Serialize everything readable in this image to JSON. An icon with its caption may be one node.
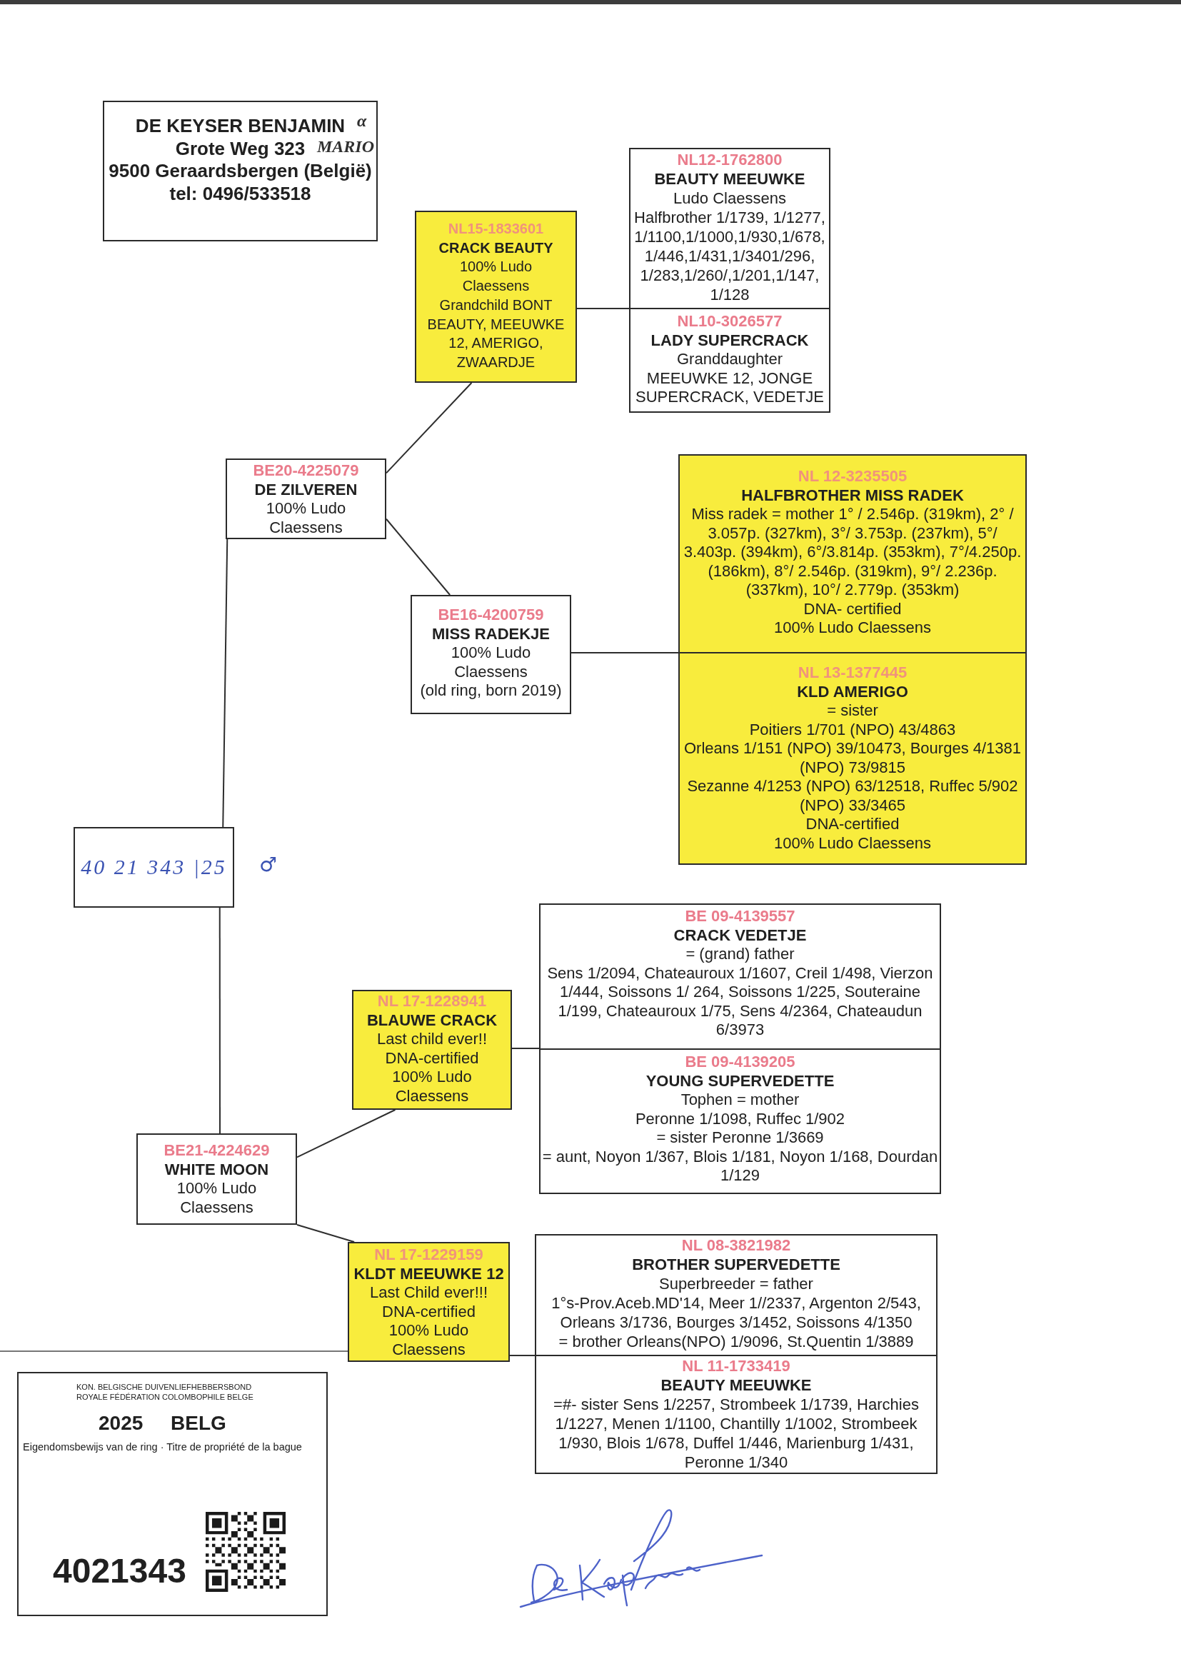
{
  "diagram": {
    "nodes": [
      {
        "text": [
          "DE KEYSER BENJAMIN",
          "α",
          "Grote Weg 323",
          "MARIO",
          "9500 Geraardsbergen (België)",
          "tel: 0496/533518"
        ]
      },
      {
        "text": [
          "NL12-1762800",
          "BEAUTY MEEUWKE",
          "Ludo Claessens",
          "Halfbrother 1/1739, 1/1277, 1/1100,1/1000,1/930,1/678, 1/446,1/431,1/3401/296, 1/283,1/260/,1/201,1/147, 1/128"
        ]
      },
      {
        "text": [
          "NL15-1833601",
          "CRACK BEAUTY",
          "100% Ludo Claessens",
          "Grandchild BONT BEAUTY, MEEUWKE 12, AMERIGO, ZWAARDJE"
        ]
      },
      {
        "text": [
          "NL10-3026577",
          "LADY SUPERCRACK",
          "Granddaughter",
          "MEEUWKE 12, JONGE SUPERCRACK, VEDETJE"
        ]
      },
      {
        "text": [
          "BE20-4225079",
          "DE ZILVEREN",
          "100% Ludo Claessens"
        ]
      },
      {
        "text": [
          "NL 12-3235505",
          "HALFBROTHER MISS RADEK",
          "Miss radek = mother 1° / 2.546p. (319km), 2° / 3.057p. (327km), 3°/ 3.753p. (237km), 5°/ 3.403p. (394km), 6°/3.814p. (353km), 7°/4.250p. (186km), 8°/ 2.546p. (319km), 9°/ 2.236p. (337km), 10°/ 2.779p. (353km)",
          "DNA- certified",
          "100% Ludo Claessens"
        ]
      },
      {
        "text": [
          "BE16-4200759",
          "MISS RADEKJE",
          "100% Ludo Claessens",
          "(old ring, born 2019)"
        ]
      },
      {
        "text": [
          "NL 13-1377445",
          "KLD AMERIGO",
          "= sister",
          "Poitiers 1/701 (NPO) 43/4863",
          "Orleans 1/151 (NPO) 39/10473, Bourges 4/1381 (NPO) 73/9815",
          "Sezanne 4/1253 (NPO) 63/12518, Ruffec 5/902 (NPO) 33/3465",
          "DNA-certified",
          "100% Ludo Claessens"
        ]
      },
      {
        "text": [
          "40 21 343 |25"
        ],
        "beside": [
          "♂"
        ]
      },
      {
        "text": [
          "BE 09-4139557",
          "CRACK VEDETJE",
          "= (grand) father",
          "Sens 1/2094, Chateauroux 1/1607, Creil 1/498, Vierzon 1/444, Soissons 1/ 264, Soissons 1/225, Souteraine 1/199, Chateauroux 1/75, Sens 4/2364, Chateaudun 6/3973"
        ]
      },
      {
        "text": [
          "NL 17-1228941",
          "BLAUWE CRACK",
          "Last child ever!!",
          "DNA-certified",
          "100% Ludo Claessens"
        ]
      },
      {
        "text": [
          "BE 09-4139205",
          "YOUNG SUPERVEDETTE",
          "Tophen = mother",
          "Peronne 1/1098, Ruffec 1/902",
          "= sister Peronne 1/3669",
          "= aunt, Noyon 1/367, Blois 1/181, Noyon 1/168, Dourdan 1/129"
        ]
      },
      {
        "text": [
          "BE21-4224629",
          "WHITE MOON",
          "100% Ludo Claessens"
        ]
      },
      {
        "text": [
          "NL 08-3821982",
          "BROTHER SUPERVEDETTE",
          "Superbreeder = father",
          "1°s-Prov.Aceb.MD'14, Meer 1//2337, Argenton 2/543, Orleans 3/1736, Bourges 3/1452, Soissons 4/1350",
          "= brother Orleans(NPO) 1/9096, St.Quentin 1/3889"
        ]
      },
      {
        "text": [
          "NL 17-1229159",
          "KLDT MEEUWKE 12",
          "Last Child ever!!!",
          "DNA-certified",
          "100% Ludo Claessens"
        ]
      },
      {
        "text": [
          "NL 11-1733419",
          "BEAUTY MEEUWKE",
          "=#- sister Sens 1/2257, Strombeek 1/1739, Harchies 1/1227, Menen 1/1100, Chantilly 1/1002, Strombeek 1/930, Blois 1/678, Duffel 1/446, Marienburg 1/431, Peronne 1/340"
        ]
      },
      {
        "text": [
          "KON. BELGISCHE DUIVENLIEFHEBBERSBOND",
          "ROYALE FÉDÉRATION COLOMBOPHILE BELGE",
          "2025",
          "BELG",
          "Eigendomsbewijs van de ring · Titre de propriété de la bague",
          "4021343"
        ]
      }
    ],
    "edges": [
      {
        "from": 2,
        "to": 1,
        "arrow": "none"
      },
      {
        "from": 2,
        "to": 3,
        "arrow": "none"
      },
      {
        "from": 4,
        "to": 2,
        "arrow": "none"
      },
      {
        "from": 4,
        "to": 6,
        "arrow": "none"
      },
      {
        "from": 6,
        "to": 5,
        "arrow": "none"
      },
      {
        "from": 6,
        "to": 7,
        "arrow": "none"
      },
      {
        "from": 8,
        "to": 4,
        "arrow": "none"
      },
      {
        "from": 8,
        "to": 12,
        "arrow": "none"
      },
      {
        "from": 12,
        "to": 10,
        "arrow": "none"
      },
      {
        "from": 12,
        "to": 14,
        "arrow": "none"
      },
      {
        "from": 10,
        "to": 9,
        "arrow": "none"
      },
      {
        "from": 10,
        "to": 11,
        "arrow": "none"
      },
      {
        "from": 14,
        "to": 13,
        "arrow": "none"
      },
      {
        "from": 14,
        "to": 15,
        "arrow": "none"
      }
    ]
  }
}
